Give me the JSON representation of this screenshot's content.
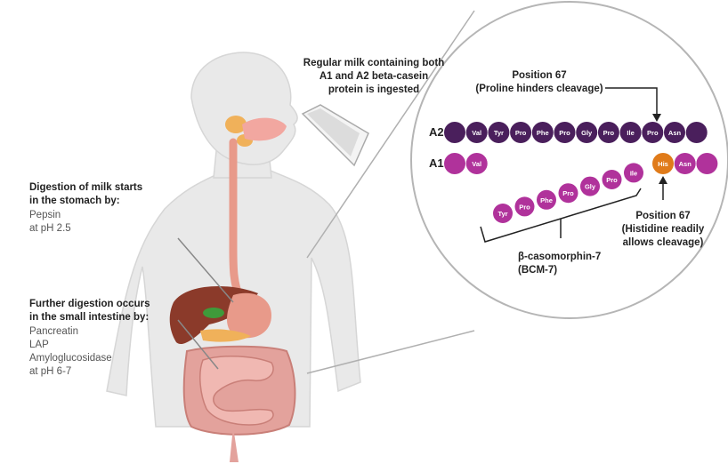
{
  "ingest": {
    "lines": [
      "Regular milk containing both",
      "A1 and A2 beta-casein",
      "protein is ingested"
    ]
  },
  "stomach": {
    "title_lines": [
      "Digestion of milk starts",
      "in the stomach by:"
    ],
    "items": [
      "Pepsin",
      "at pH 2.5"
    ]
  },
  "intestine": {
    "title_lines": [
      "Further digestion occurs",
      "in the small intestine by:"
    ],
    "items": [
      "Pancreatin",
      "LAP",
      "Amyloglucosidase",
      "at pH 6-7"
    ]
  },
  "zoom": {
    "pos67_proline": [
      "Position 67",
      "(Proline hinders cleavage)"
    ],
    "pos67_histidine": [
      "Position 67",
      "(Histidine readily",
      "allows cleavage)"
    ],
    "a2_label": "A2",
    "a1_label": "A1",
    "a2_residues": [
      "",
      "Val",
      "Tyr",
      "Pro",
      "Phe",
      "Pro",
      "Gly",
      "Pro",
      "Ile",
      "Pro",
      "Asn",
      ""
    ],
    "a1_left": [
      "",
      "Val"
    ],
    "a1_right": [
      "His",
      "Asn",
      ""
    ],
    "bcm_residues": [
      "Tyr",
      "Pro",
      "Phe",
      "Pro",
      "Gly",
      "Pro",
      "Ile"
    ],
    "bcm_label": [
      "β-casomorphin-7",
      "(BCM-7)"
    ]
  },
  "colors": {
    "a2_bead": "#4a1f5c",
    "a1_bead": "#b0329b",
    "his_bead": "#e07b1a",
    "skin": "#e6e6e6",
    "esophagus": "#e89a8a",
    "intestine": "#e3a29c",
    "liver": "#8b3a2a"
  }
}
